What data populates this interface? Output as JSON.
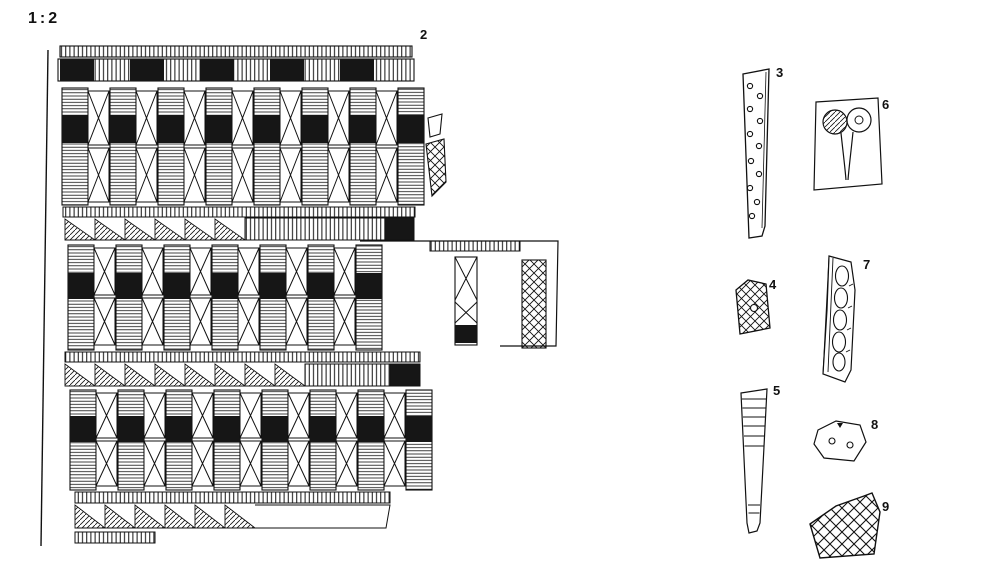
{
  "scale_label": "1:2",
  "labels": {
    "item2": "2",
    "item3": "3",
    "item4": "4",
    "item5": "5",
    "item6": "6",
    "item7": "7",
    "item8": "8",
    "item9": "9"
  },
  "colors": {
    "ink": "#111111",
    "paper": "#ffffff"
  }
}
